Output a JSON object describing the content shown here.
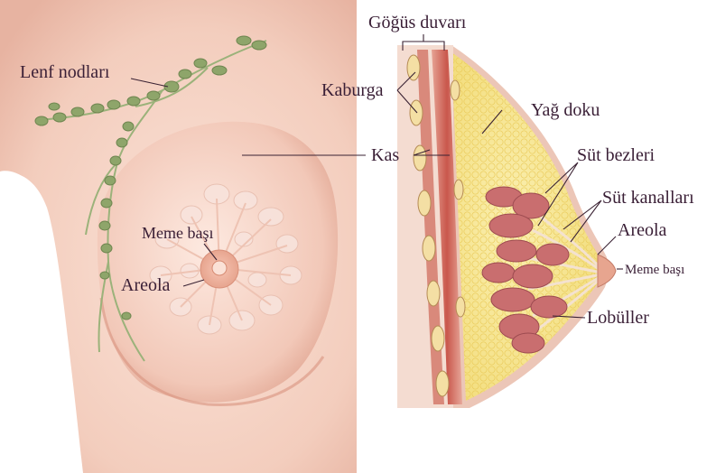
{
  "left_panel": {
    "labels": {
      "lymph_nodes": "Lenf nodları",
      "muscle": "Kas",
      "nipple": "Meme başı",
      "areola": "Areola"
    }
  },
  "right_panel": {
    "labels": {
      "chest_wall": "Göğüs duvarı",
      "ribs": "Kaburga",
      "fatty_tissue": "Yağ doku",
      "milk_glands": "Süt bezleri",
      "milk_ducts": "Süt kanalları",
      "areola": "Areola",
      "nipple": "Meme başı",
      "lobules": "Lobüller"
    }
  },
  "colors": {
    "skin": "#f6d6c8",
    "skin_shadow": "#e9b9a6",
    "fat": "#f7e58a",
    "muscle": "#c8544a",
    "lobule": "#c76a6a",
    "lymph": "#8fa66a",
    "label_text": "#3a1f36"
  }
}
